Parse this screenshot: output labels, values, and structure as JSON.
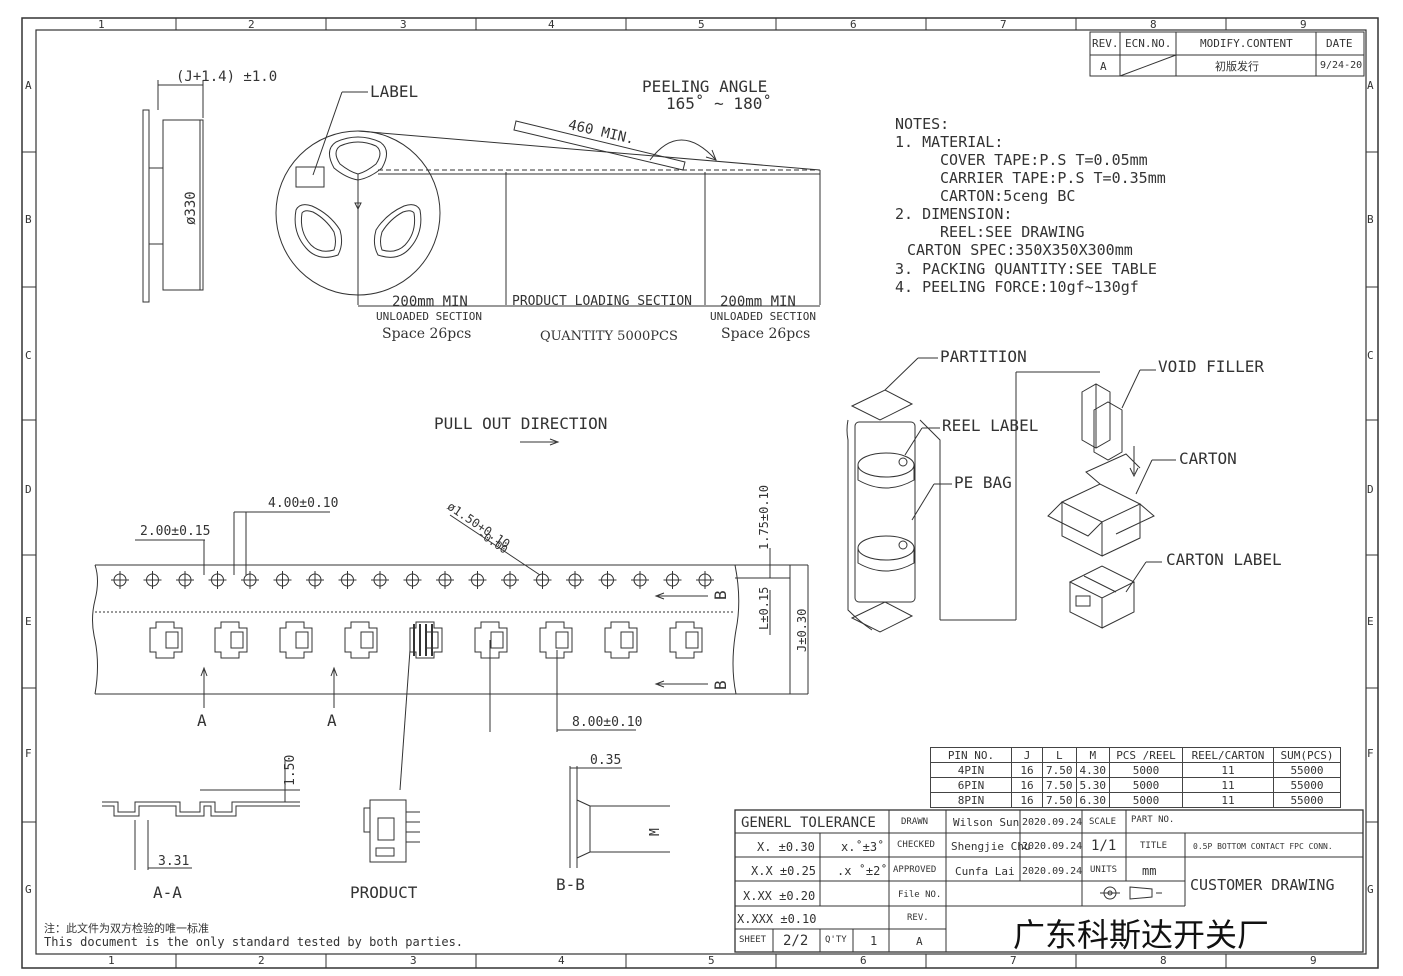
{
  "grid": {
    "cols_top": [
      "1",
      "2",
      "3",
      "4",
      "5",
      "6",
      "7",
      "8",
      "9"
    ],
    "cols_bottom": [
      "1",
      "2",
      "3",
      "4",
      "5",
      "6",
      "7",
      "8",
      "9"
    ],
    "rows": [
      "A",
      "B",
      "C",
      "D",
      "E",
      "F",
      "G"
    ]
  },
  "revision": {
    "headers": [
      "REV.",
      "ECN.NO.",
      "MODIFY.CONTENT",
      "DATE"
    ],
    "row": {
      "rev": "A",
      "ecn": "",
      "content": "初版发行",
      "date": "9/24-20"
    }
  },
  "reel_view": {
    "width_dim": "(J+1.4) ±1.0",
    "diameter": "ø330",
    "label": "LABEL"
  },
  "tape_view": {
    "peeling_title": "PEELING ANGLE",
    "peeling_range": "165˚ ~ 180˚",
    "min_length": "460 MIN.",
    "sec1_len": "200mm MIN",
    "sec1_name": "UNLOADED SECTION",
    "sec1_space": "Space 26pcs",
    "sec2_name": "PRODUCT LOADING SECTION",
    "sec2_qty": "QUANTITY 5000PCS",
    "sec3_len": "200mm MIN",
    "sec3_name": "UNLOADED SECTION",
    "sec3_space": "Space 26pcs"
  },
  "notes": {
    "title": "NOTES:",
    "lines": [
      "1. MATERIAL:",
      "COVER TAPE:P.S T=0.05mm",
      "CARRIER TAPE:P.S T=0.35mm",
      "CARTON:5ceng BC",
      "2. DIMENSION:",
      "REEL:SEE DRAWING",
      "CARTON SPEC:350X350X300mm",
      "3. PACKING QUANTITY:SEE TABLE",
      "4. PEELING FORCE:10gf~130gf"
    ]
  },
  "packing": {
    "partition": "PARTITION",
    "reel_label": "REEL LABEL",
    "pe_bag": "PE BAG",
    "void_filler": "VOID FILLER",
    "carton": "CARTON",
    "carton_label": "CARTON LABEL"
  },
  "pull_direction": "PULL OUT DIRECTION",
  "carrier_dims": {
    "pitch_small": "2.00±0.15",
    "pitch_hole": "4.00±0.10",
    "hole_dia": "ø1.50+0.10",
    "hole_dia_tol": "-0.00",
    "edge": "1.75±0.10",
    "pocket_offset": "L±0.15",
    "width": "J±0.30",
    "pocket_pitch": "8.00±0.10",
    "section_a": "A",
    "section_b": "B"
  },
  "section_views": {
    "aa_depth": "1.50",
    "aa_width": "3.31",
    "aa_label": "A-A",
    "product_label": "PRODUCT",
    "bb_thickness": "0.35",
    "bb_dim": "M",
    "bb_label": "B-B"
  },
  "spec_table": {
    "headers": [
      "PIN NO.",
      "J",
      "L",
      "M",
      "PCS /REEL",
      "REEL/CARTON",
      "SUM(PCS)"
    ],
    "rows": [
      [
        "4PIN",
        "16",
        "7.50",
        "4.30",
        "5000",
        "11",
        "55000"
      ],
      [
        "6PIN",
        "16",
        "7.50",
        "5.30",
        "5000",
        "11",
        "55000"
      ],
      [
        "8PIN",
        "16",
        "7.50",
        "6.30",
        "5000",
        "11",
        "55000"
      ]
    ]
  },
  "title_block": {
    "tolerance_title": "GENERL TOLERANCE",
    "tol_x": "X. ±0.30",
    "tol_xx": "X.X ±0.25",
    "tol_xxx": "X.XX ±0.20",
    "tol_xxxx": "X.XXX ±0.10",
    "ang_1": "x.˚±3˚",
    "ang_2": ".x ˚±2˚",
    "drawn_label": "DRAWN",
    "drawn_by": "Wilson Sun",
    "drawn_date": "2020.09.24",
    "checked_label": "CHECKED",
    "checked_by": "Shengjie Chu",
    "checked_date": "2020.09.24",
    "approved_label": "APPROVED",
    "approved_by": "Cunfa Lai",
    "approved_date": "2020.09.24",
    "scale_label": "SCALE",
    "scale_value": "1/1",
    "units_label": "UNITS",
    "units_value": "mm",
    "part_no_label": "PART NO.",
    "title_label": "TITLE",
    "title_value": "0.5P BOTTOM CONTACT FPC CONN.",
    "drawing_type": "CUSTOMER DRAWING",
    "file_no_label": "File NO.",
    "rev_label": "REV.",
    "rev_value": "A",
    "sheet_label": "SHEET",
    "sheet_value": "2/2",
    "qty_label": "Q'TY",
    "qty_value": "1",
    "company": "广东科斯达开关厂"
  },
  "footer": {
    "cn_note": "注：此文件为双方检验的唯一标准",
    "en_note": "This document is the only standard tested by both parties."
  }
}
